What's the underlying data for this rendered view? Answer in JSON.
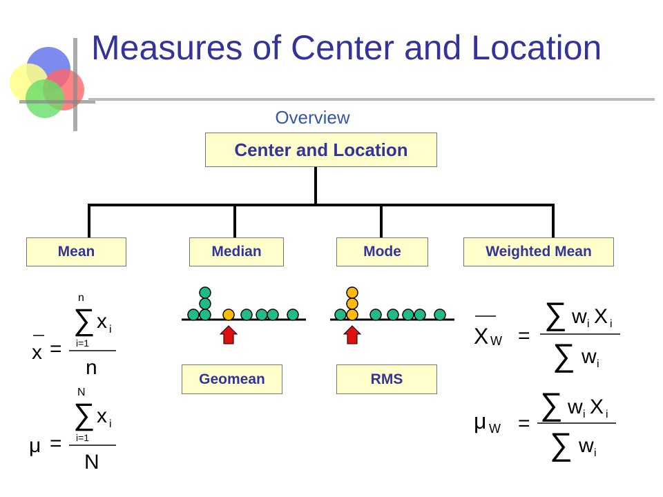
{
  "slide": {
    "title": "Measures of Center and Location",
    "subtitle": "Overview"
  },
  "diagram": {
    "root": "Center and Location",
    "children": [
      "Mean",
      "Median",
      "Mode",
      "Weighted Mean"
    ],
    "sub_boxes": {
      "geomean": "Geomean",
      "rms": "RMS"
    }
  },
  "colors": {
    "title": "#333399",
    "box_fill": "#ffffcc",
    "dot_green": "#22bb88",
    "dot_orange": "#ffbb00",
    "arrow_red": "#dd1111"
  },
  "formulas": {
    "sample_mean": {
      "lhs_symbol": "x",
      "numerator_var": "x",
      "index": "i",
      "upper_limit": "n",
      "lower_limit": "i=1",
      "denominator": "n"
    },
    "population_mean": {
      "lhs_symbol": "μ",
      "numerator_var": "x",
      "index": "i",
      "upper_limit": "N",
      "lower_limit": "i=1",
      "denominator": "N"
    },
    "weighted_sample_mean": {
      "lhs_symbol": "X",
      "lhs_subscript": "W",
      "weight": "w",
      "var": "X",
      "index": "i"
    },
    "weighted_population_mean": {
      "lhs_symbol": "μ",
      "lhs_subscript": "W",
      "weight": "w",
      "var": "X",
      "index": "i"
    }
  }
}
